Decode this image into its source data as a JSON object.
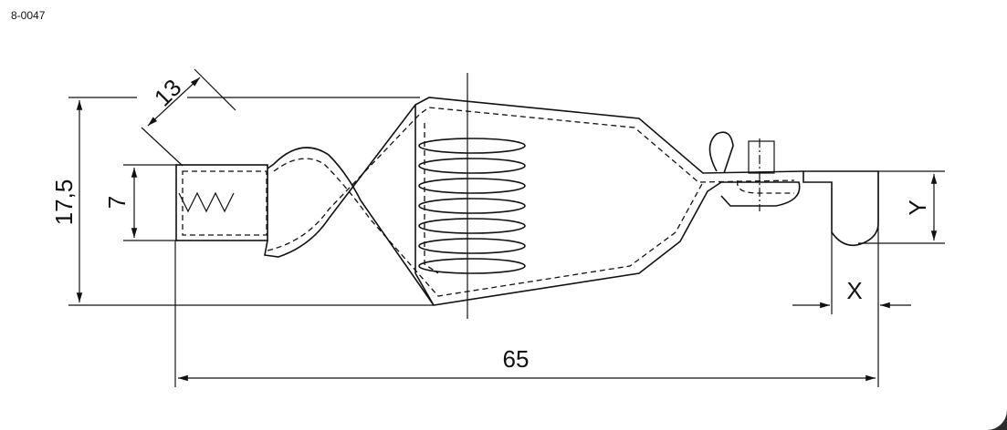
{
  "part_number": "8-0047",
  "dimensions": {
    "height_overall": "17,5",
    "jaw_opening": "7",
    "jaw_width": "13",
    "length_overall": "65",
    "tab_width": "X",
    "tab_height": "Y"
  }
}
